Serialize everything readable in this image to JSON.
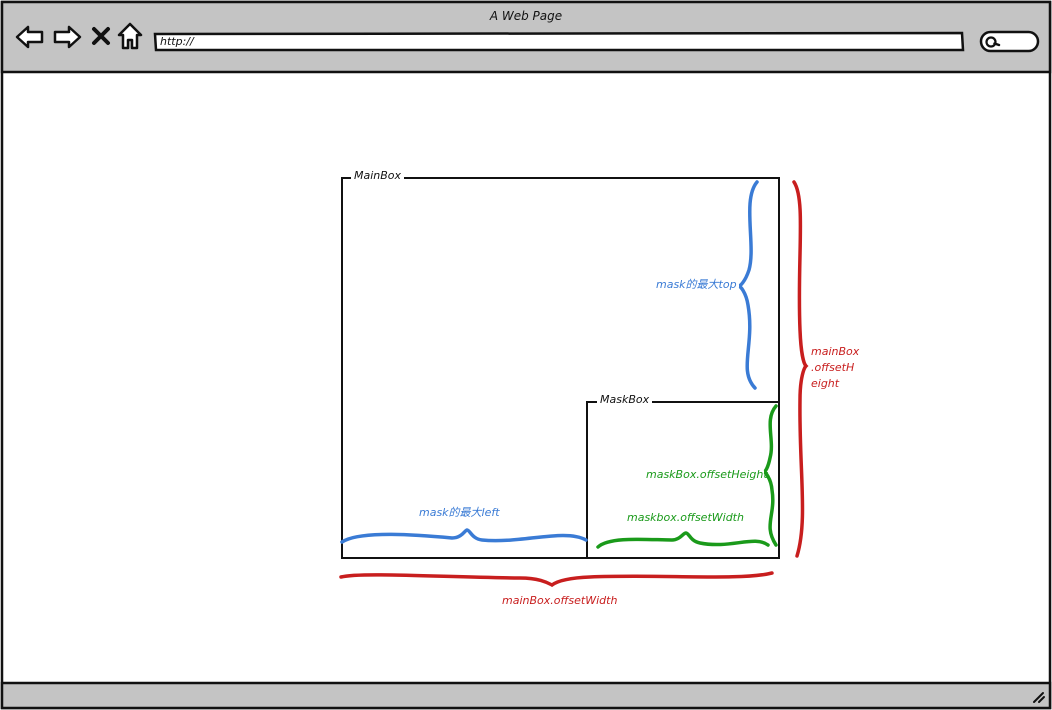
{
  "browser": {
    "title": "A Web Page",
    "url": "http://"
  },
  "diagram": {
    "main_box_label": "MainBox",
    "mask_box_label": "MaskBox",
    "mask_max_top": "mask的最大top",
    "mask_max_left": "mask的最大left",
    "mask_box_offset_height": "maskBox.offsetHeight",
    "mask_box_offset_width": "maskbox.offsetWidth",
    "main_box_offset_height_lines": [
      "mainBox",
      ".offsetH",
      "eight"
    ],
    "main_box_offset_width": "mainBox.offsetWidth"
  },
  "colors": {
    "blue": "#3a7bd5",
    "green": "#1a9a1a",
    "red": "#c81e1e",
    "chrome": "#c4c4c4"
  }
}
